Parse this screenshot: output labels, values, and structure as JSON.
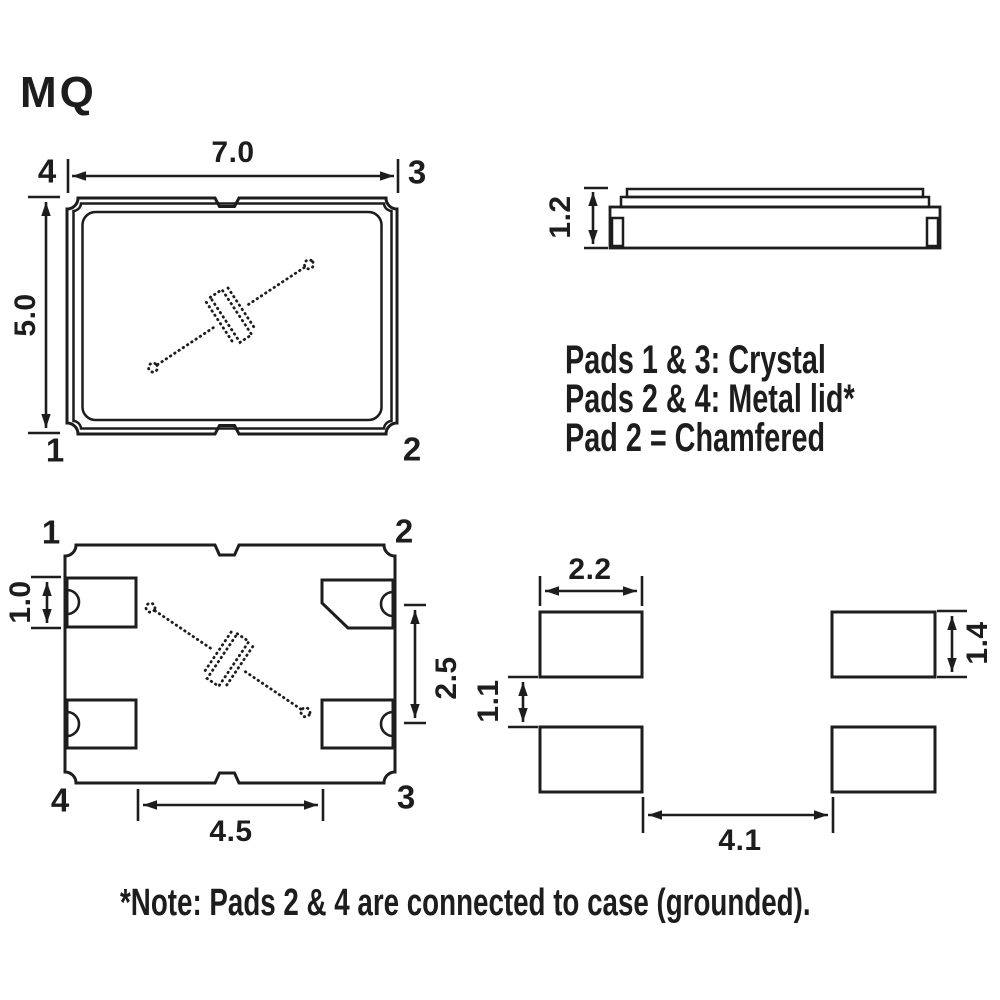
{
  "title": "MQ",
  "colors": {
    "ink": "#1d1d1d",
    "background": "#ffffff"
  },
  "legend": {
    "line1": "Pads 1 & 3: Crystal",
    "line2": "Pads 2 & 4: Metal lid*",
    "line3": "Pad 2 = Chamfered"
  },
  "note": "*Note: Pads 2 & 4 are connected to case (grounded).",
  "top_view": {
    "dim_width": "7.0",
    "dim_height": "5.0",
    "pad_top_left": "4",
    "pad_top_right": "3",
    "pad_bottom_left": "1",
    "pad_bottom_right": "2"
  },
  "side_view": {
    "dim_height": "1.2"
  },
  "bottom_view": {
    "pad_top_left": "1",
    "pad_top_right": "2",
    "pad_bottom_left": "4",
    "pad_bottom_right": "3",
    "dim_pad_height": "1.0",
    "dim_pad_pitch": "2.5",
    "dim_pad_span": "4.5"
  },
  "land_pattern": {
    "dim_pad_width": "2.2",
    "dim_vertical_gap": "1.1",
    "dim_pad_height": "1.4",
    "dim_horizontal_gap": "4.1"
  }
}
